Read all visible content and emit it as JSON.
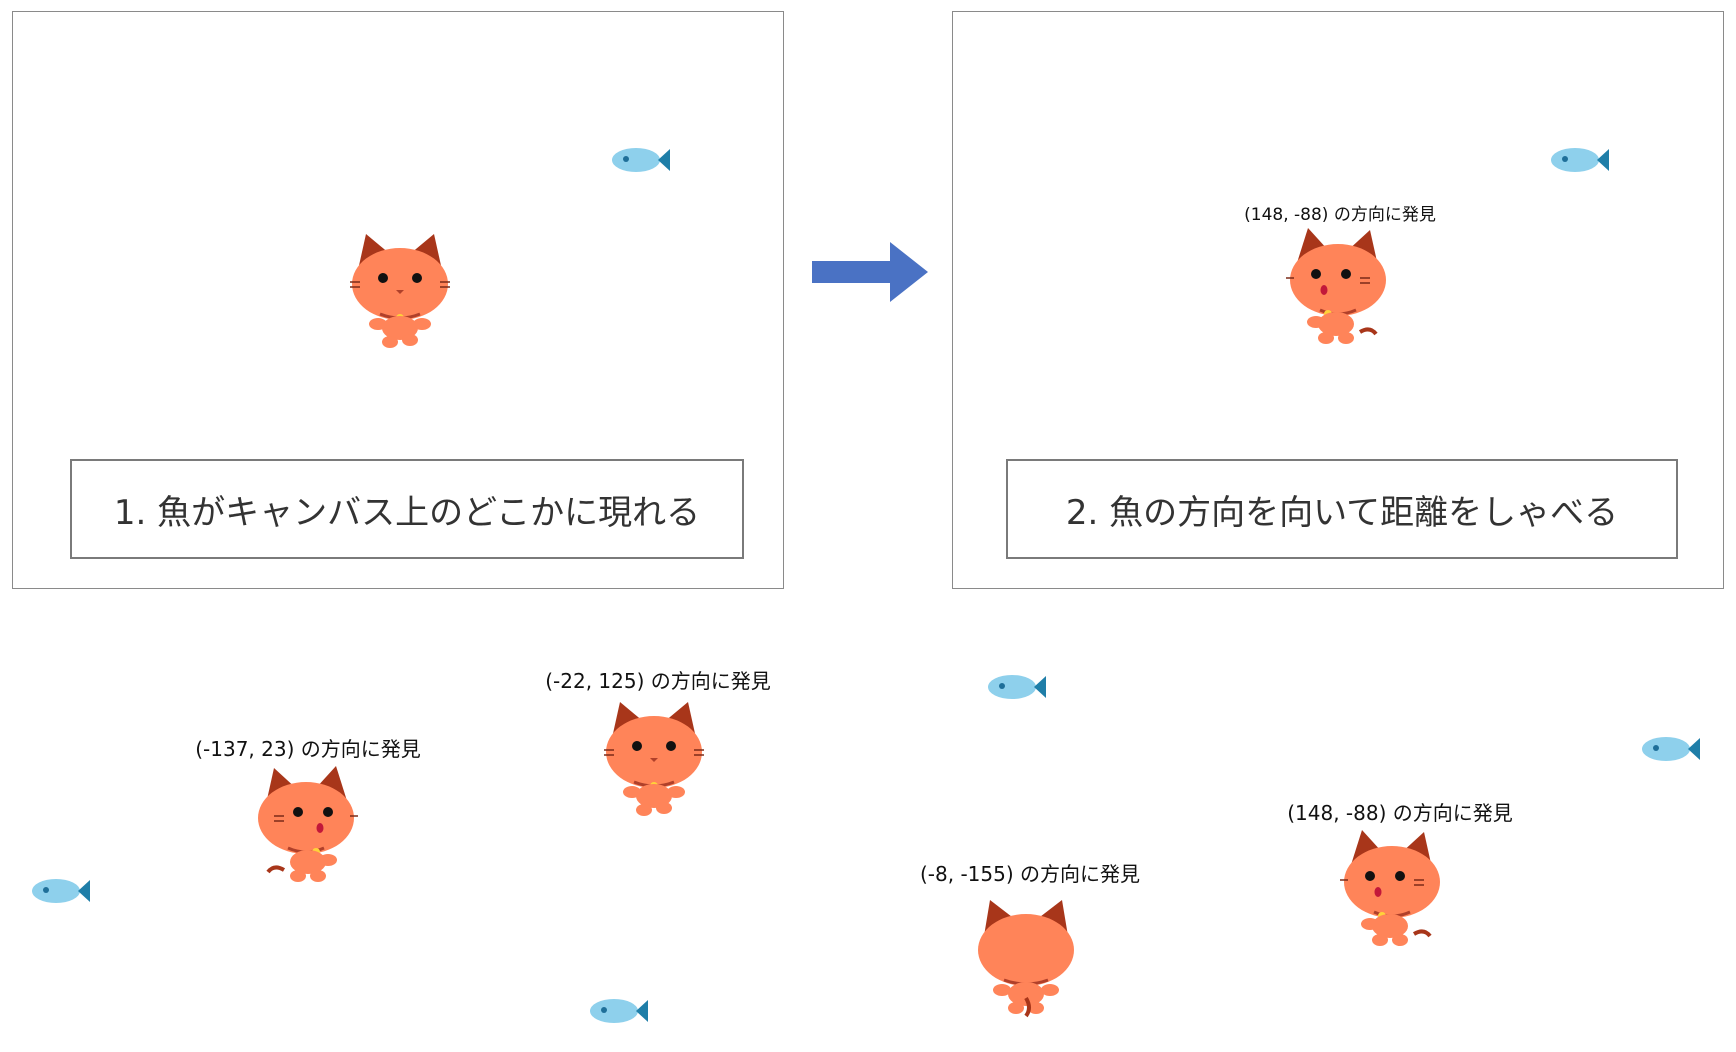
{
  "panels": [
    {
      "caption": "1. 魚がキャンバス上のどこかに現れる"
    },
    {
      "caption": "2. 魚の方向を向いて距離をしゃべる",
      "speech": "(148, -88) の方向に発見"
    }
  ],
  "examples": [
    {
      "speech": "(-137, 23) の方向に発見"
    },
    {
      "speech": "(-22, 125) の方向に発見"
    },
    {
      "speech": "(-8, -155) の方向に発見"
    },
    {
      "speech": "(148, -88) の方向に発見"
    }
  ],
  "colors": {
    "cat_body": "#ff8459",
    "cat_ear": "#a8361a",
    "fish_body": "#8ed0ec",
    "fish_tail": "#1f7ea8",
    "arrow": "#4a72c4",
    "panel_border": "#8a8a8a"
  }
}
